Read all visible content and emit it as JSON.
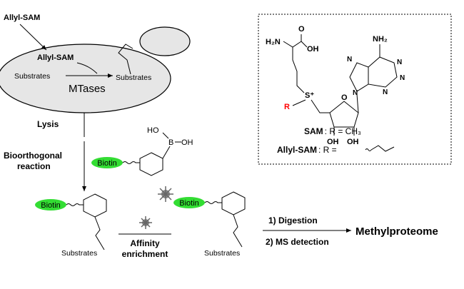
{
  "cell": {
    "outer_label": "Allyl-SAM",
    "inner_label": "Allyl-SAM",
    "substrates_left": "Substrates",
    "substrates_right": "Substrates",
    "enzyme": "MTases"
  },
  "workflow": {
    "lysis": "Lysis",
    "bioorthogonal_line1": "Bioorthogonal",
    "bioorthogonal_line2": "reaction",
    "affinity_line1": "Affinity",
    "affinity_line2": "enrichment",
    "digestion": "1) Digestion",
    "ms_detection": "2) MS detection",
    "product": "Methylproteome"
  },
  "probe": {
    "biotin_top": "Biotin",
    "biotin_left": "Biotin",
    "biotin_mid": "Biotin",
    "boron_ho": "HO",
    "boron_b": "B",
    "boron_oh": "OH",
    "substrates_left": "Substrates",
    "substrates_mid": "Substrates"
  },
  "structure": {
    "h2n": "H₂N",
    "oh_acid": "OH",
    "carbonyl_o": "O",
    "nh2": "NH₂",
    "s_plus": "S⁺",
    "r_group": "R",
    "ring_o": "O",
    "oh1": "OH",
    "oh2": "OH",
    "n1": "N",
    "n2": "N",
    "n3": "N",
    "n4": "N",
    "n5": "N",
    "sam_name": "SAM",
    "sam_def": ": R = CH₃",
    "allyl_name": "Allyl-SAM",
    "allyl_def": ": R = "
  },
  "colors": {
    "cell_fill": "#e6e6e6",
    "biotin_fill": "#33dd33",
    "r_color": "#ff0000"
  }
}
